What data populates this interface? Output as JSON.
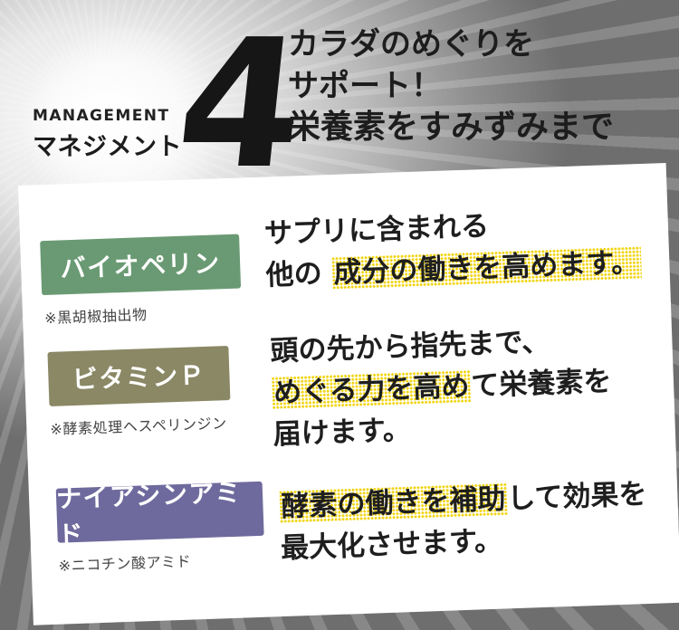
{
  "header": {
    "label_en": "MANAGEMENT",
    "label_ja": "マネジメント",
    "number": "4",
    "headline": [
      "カラダのめぐりを",
      "サポート！",
      "栄養素をすみずみまで"
    ]
  },
  "items": [
    {
      "tag": "バイオペリン",
      "note": "※黒胡椒抽出物",
      "color": "#6a9a73",
      "desc": [
        {
          "plain": "サプリに含まれる",
          "hl": ""
        },
        {
          "plain": "他の ",
          "hl": "成分の働きを高めます。"
        }
      ]
    },
    {
      "tag": "ビタミンＰ",
      "note": "※酵素処理ヘスペリンジン",
      "color": "#8a8865",
      "desc": [
        {
          "plain": "頭の先から指先まで、",
          "hl": ""
        },
        {
          "hl": "めぐる力を高め",
          "plain": "て栄養素を"
        },
        {
          "plain": "届けます。",
          "hl": ""
        }
      ]
    },
    {
      "tag": "ナイアシンアミド",
      "note": "※ニコチン酸アミド",
      "color": "#6f6a9d",
      "desc": [
        {
          "hl": "酵素の働きを補助",
          "plain": "して効果を"
        },
        {
          "plain": "最大化させます。",
          "hl": ""
        }
      ]
    }
  ]
}
